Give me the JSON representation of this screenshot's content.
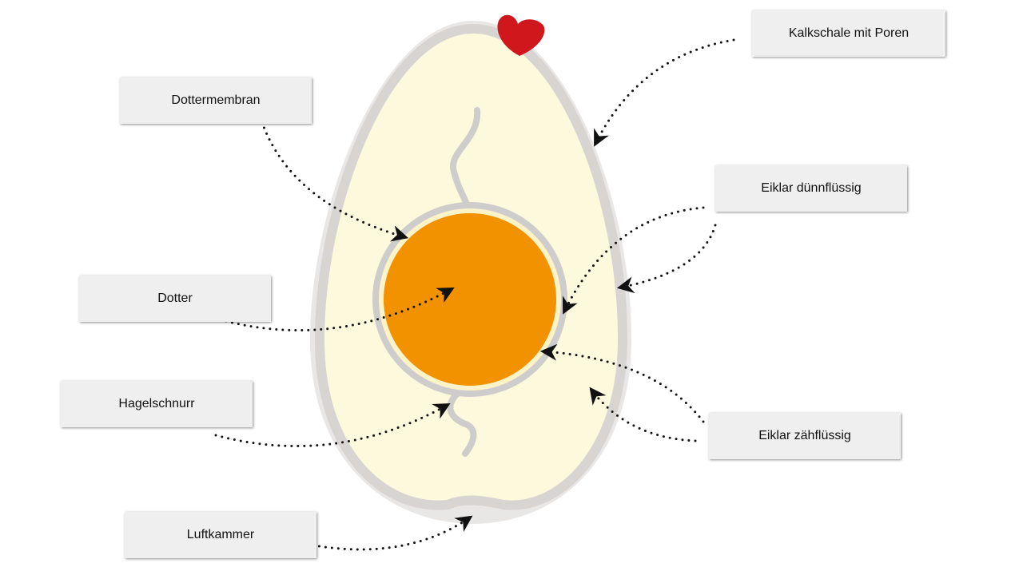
{
  "labels": {
    "kalkschale": "Kalkschale mit Poren",
    "dottermembran": "Dottermembran",
    "eiklar_duenn": "Eiklar dünnflüssig",
    "dotter": "Dotter",
    "hagelschnurr": "Hagelschnurr",
    "eiklar_zaeh": "Eiklar zähflüssig",
    "luftkammer": "Luftkammer"
  },
  "colors": {
    "shell": "#d8d4d2",
    "albumen": "#fdf9dc",
    "yolk": "#f29200",
    "heart": "#d0181c"
  }
}
